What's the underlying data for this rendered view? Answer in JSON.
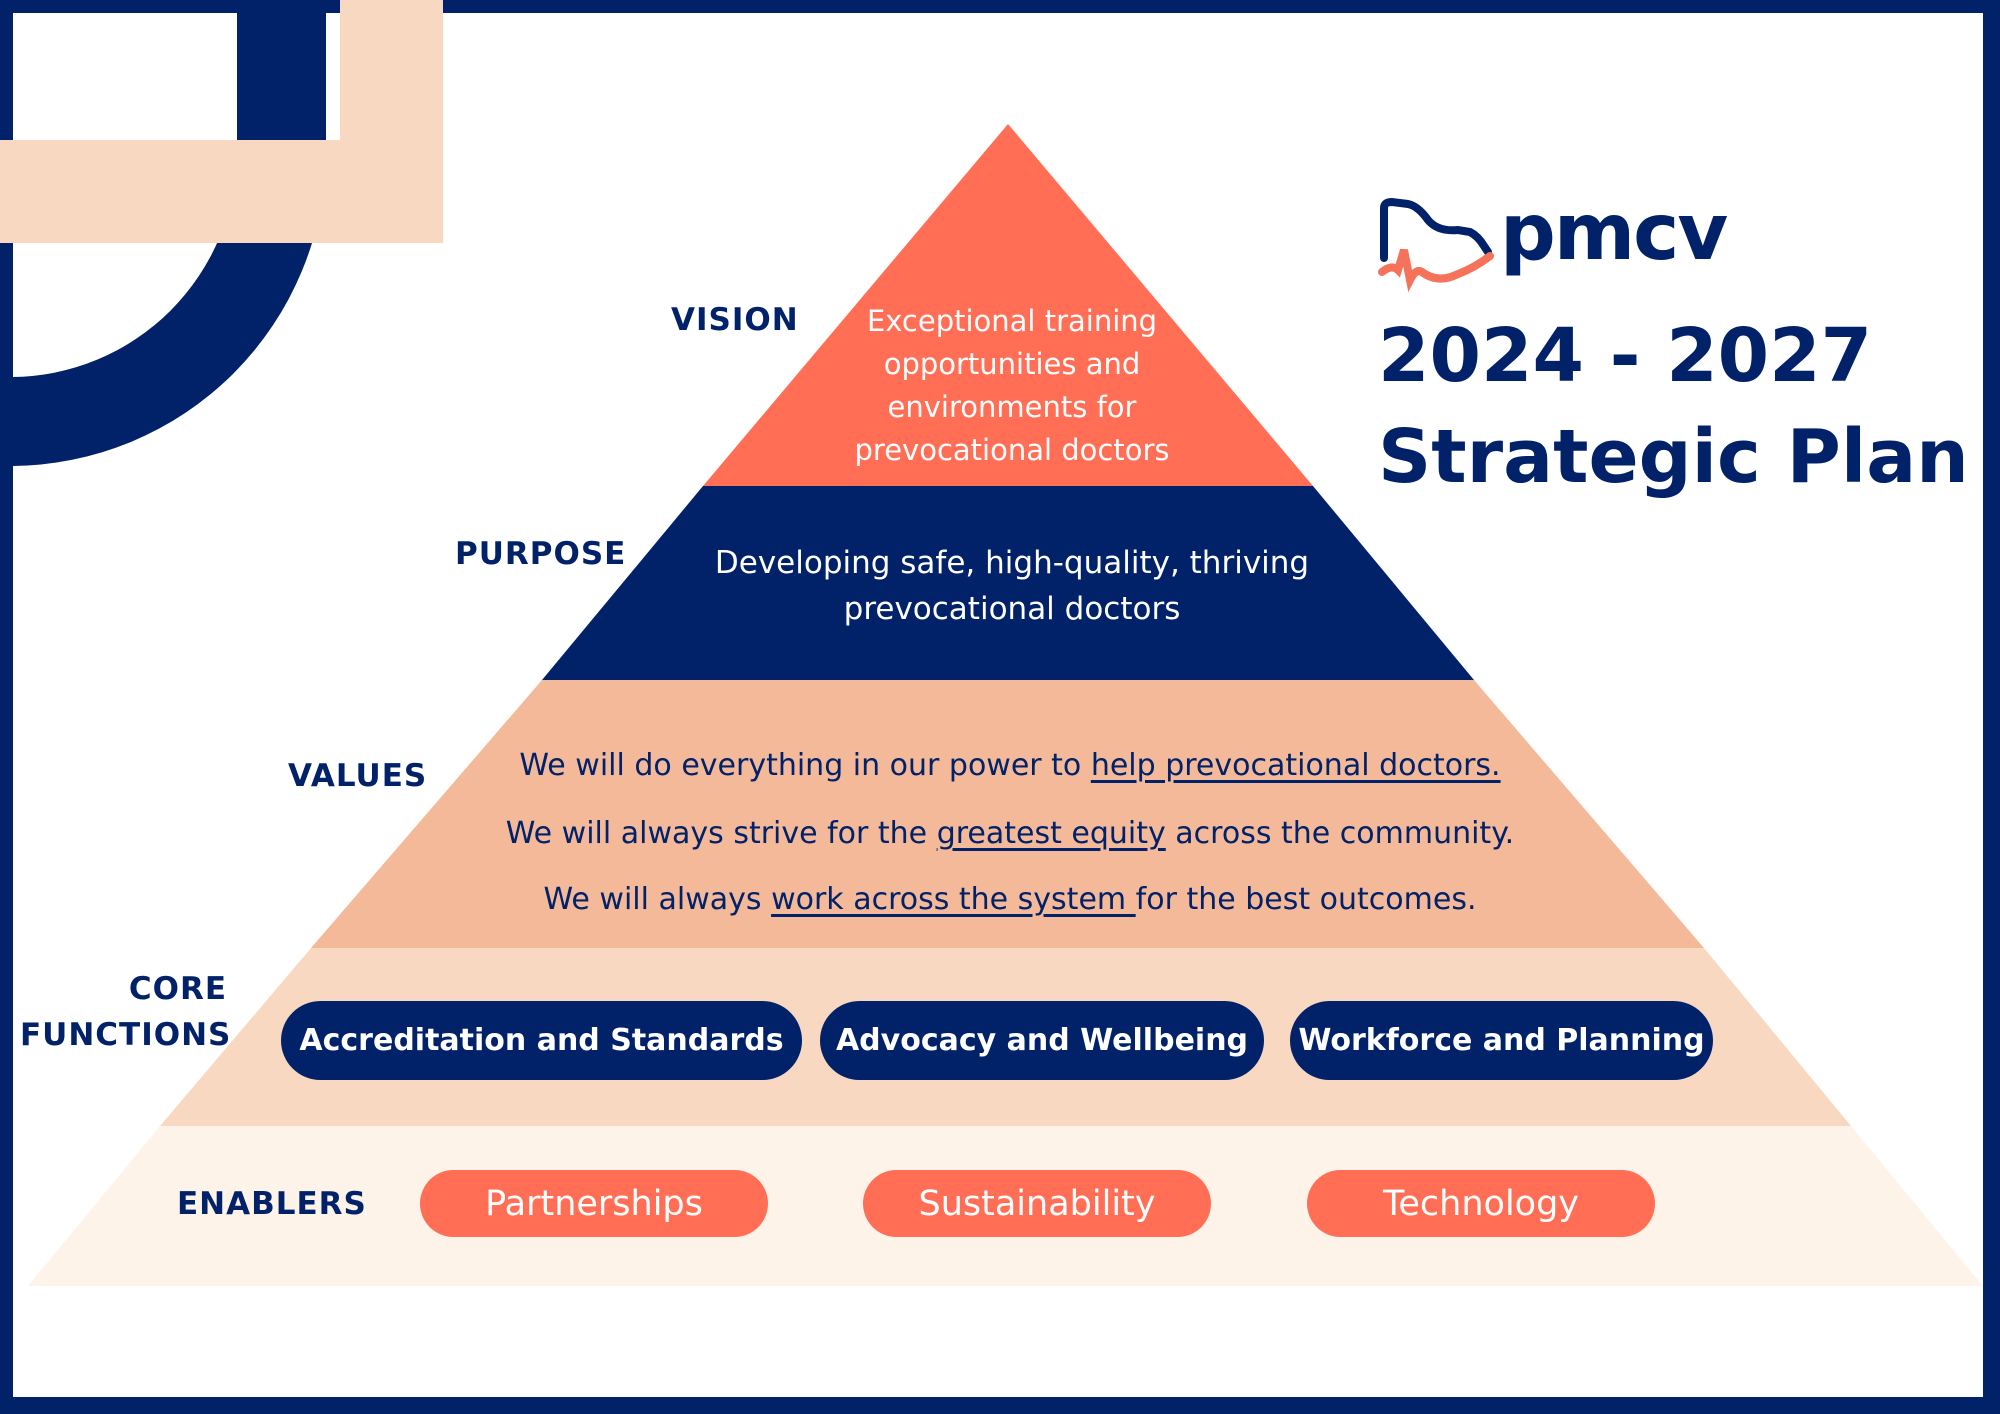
{
  "colors": {
    "navy": "#012169",
    "coral": "#FF6E55",
    "values_bg": "#F4B998",
    "core_bg": "#F9D8C2",
    "enablers_bg": "#FEF3E8"
  },
  "logo": {
    "text": "pmcv"
  },
  "title": {
    "line1": "2024 - 2027",
    "line2": "Strategic Plan"
  },
  "vision": {
    "label": "VISION",
    "text": [
      "Exceptional training",
      "opportunities and",
      "environments for",
      "prevocational doctors"
    ]
  },
  "purpose": {
    "label": "PURPOSE",
    "text": [
      "Developing safe, high-quality, thriving",
      "prevocational doctors"
    ]
  },
  "values": {
    "label": "VALUES",
    "lines": [
      {
        "before": "We will do everything in our power to ",
        "link": "help prevocational doctors.",
        "after": ""
      },
      {
        "before": "We will always strive for the ",
        "link": "greatest equity",
        "after": " across the community."
      },
      {
        "before": "We will always ",
        "link": "work across the system ",
        "after": "for the best outcomes."
      }
    ]
  },
  "core_functions": {
    "label": [
      "CORE",
      "FUNCTIONS"
    ],
    "items": [
      "Accreditation and Standards",
      "Advocacy and Wellbeing",
      "Workforce and Planning"
    ]
  },
  "enablers": {
    "label": "ENABLERS",
    "items": [
      "Partnerships",
      "Sustainability",
      "Technology"
    ]
  }
}
